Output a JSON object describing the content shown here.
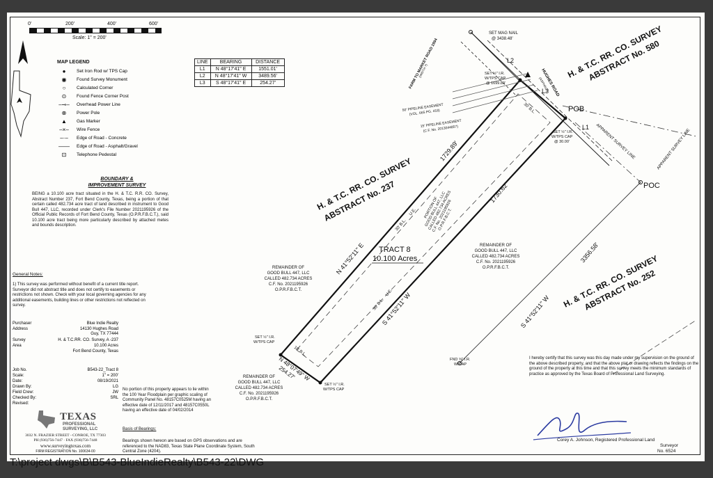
{
  "scale_bar": {
    "ticks": [
      "0'",
      "200'",
      "400'",
      "600'"
    ],
    "label": "Scale: 1\" = 200'"
  },
  "legend": {
    "title": "MAP LEGEND",
    "items": [
      {
        "icon": "set-iron-rod-icon",
        "label": "Set Iron Rod w/ TPS Cap"
      },
      {
        "icon": "found-survey-monument-icon",
        "label": "Found Survey Monument"
      },
      {
        "icon": "calculated-corner-icon",
        "label": "Calculated Corner"
      },
      {
        "icon": "found-fence-corner-post-icon",
        "label": "Found Fence Corner Post"
      },
      {
        "icon": "overhead-power-line-icon",
        "label": "Overhead Power Line"
      },
      {
        "icon": "power-pole-icon",
        "label": "Power Pole"
      },
      {
        "icon": "gas-marker-icon",
        "label": "Gas Marker"
      },
      {
        "icon": "wire-fence-icon",
        "label": "Wire Fence"
      },
      {
        "icon": "edge-of-road-concrete-icon",
        "label": "Edge of Road - Concrete"
      },
      {
        "icon": "edge-of-road-asphalt-icon",
        "label": "Edge of Road - Asphalt/Gravel"
      },
      {
        "icon": "telephone-pedestal-icon",
        "label": "Telephone Pedestal"
      }
    ]
  },
  "line_table": {
    "headers": [
      "LINE",
      "BEARING",
      "DISTANCE"
    ],
    "rows": [
      [
        "L1",
        "N 48°17'41\" E",
        "1551.01'"
      ],
      [
        "L2",
        "N 48°17'41\" W",
        "3489.56'"
      ],
      [
        "L3",
        "S 48°17'41\" E",
        "254.27'"
      ]
    ]
  },
  "boundary": {
    "title": "BOUNDARY & IMPROVEMENT SURVEY",
    "body": "BEING a 10.100 acre tract situated in the H. & T.C. R.R. CO. Survey, Abstract Number 237, Fort Bend County, Texas, being a portion of that certain called 482.734 acre tract of land described in instrument to Good Bull 447, LLC, recorded under Clerk's File Number 2021195926 of the Official Public Records of Fort Bend County, Texas (O.P.R.F.B.C.T.), said 10.100 acre tract being more particularly described by attached metes and bounds description."
  },
  "general_notes": {
    "title": "General Notes:",
    "body": "1) This survey was performed without benefit of a current title report. Surveyor did not abstract title and does not certify to easements or restrictions not shown. Check with your local governing agencies for any additional easements, building lines or other restrictions not reflected on survey."
  },
  "info": [
    {
      "k": "Purchaser",
      "v": "Blue Indie Realty"
    },
    {
      "k": "Address",
      "v": "14130 Hughes Road"
    },
    {
      "k": "",
      "v": "Guy, TX 77444"
    },
    {
      "k": "Survey",
      "v": "H. & T.C.RR. CO. Survey, A -237"
    },
    {
      "k": "Area",
      "v": "10.100 Acres"
    },
    {
      "k": "",
      "v": "Fort Bend County, Texas"
    }
  ],
  "job": [
    {
      "k": "Job No.",
      "v": "B543-22_Tract 8"
    },
    {
      "k": "Scale:",
      "v": "1\" = 200'"
    },
    {
      "k": "Date:",
      "v": "08/19/2021"
    },
    {
      "k": "Drawn By:",
      "v": "LG"
    },
    {
      "k": "Field Crew:",
      "v": "JW"
    },
    {
      "k": "Checked By:",
      "v": "SRL"
    },
    {
      "k": "Revised:",
      "v": ""
    }
  ],
  "floodplain": "No portion of this property appears to lie within the 100 Year Floodplain per graphic scaling of Community Panel No. 48157C0525M having an effective date of 12/11/2017 and 48157C0550L having an effective date of 04/02/2014",
  "bearings": {
    "title": "Basis of Bearings:",
    "body": "Bearings shown hereon are based on GPS observations and are referenced to the NAD83, Texas State Plane Coordinate System, South Central Zone (4204)."
  },
  "company": {
    "name": "TEXAS",
    "sub1": "PROFESSIONAL",
    "sub2": "SURVEYING, LLC",
    "address": "3032 N. FRAZIER STREET - CONROE, TX 77303",
    "phone": "PH (936)756-7447 · FAX (936)756-7448",
    "web": "www.surveyingtexas.com",
    "reg": "FIRM REGISTRATION No. 100634-00"
  },
  "certification": "I hereby certify that this survey was this day made under my supervision on the ground of the above described property, and that the above plat or drawing reflects the findings on the ground of the property at this time and that this survey meets the minimum standards of practice as approved by the Texas Board of Professional Land Surveying.",
  "surveyor": {
    "name": "Corey A. Johnson, Registered Professional Land",
    "title": "Surveyor",
    "no": "No. 6524"
  },
  "map": {
    "survey237_a": "H. & T.C. RR. CO. SURVEY",
    "survey237_b": "ABSTRACT No. 237",
    "survey580_a": "H. & T.C. RR. CO. SURVEY",
    "survey580_b": "ABSTRACT No. 580",
    "survey252_a": "H. & T.C. RR. CO. SURVEY",
    "survey252_b": "ABSTRACT No. 252",
    "tract_name": "TRACT 8",
    "tract_area": "10.100 Acres",
    "pob": "POB",
    "poc": "POC",
    "l1": "L1",
    "l2": "L2",
    "l3": "L3",
    "fm_road": "FARM TO MARKET ROAD 1994",
    "fm_road_sub": "(WIDTH ?)",
    "hughes_road": "HUGHES ROAD",
    "hughes_sub": "(ASPHALT)",
    "mag_nail_1": "SET MAG NAIL",
    "mag_nail_2": "@ 3438.48'",
    "ir_north_1": "SET ½\" I.R.",
    "ir_north_2": "W/TPS CAP",
    "ir_north_3": "@ 1699.89'",
    "ir_pob_1": "SET ½\" I.R.",
    "ir_pob_2": "W/TPS CAP",
    "ir_pob_3": "@ 30.00'",
    "pipe50_1": "50' PIPELINE EASEMENT",
    "pipe50_2": "(VOL. 665 PG. 418)",
    "pipe15_1": "15' PIPELINE EASEMENT",
    "pipe15_2": "(C.F. No. 2013044857)",
    "apparent1": "APPARENT SURVEY LINE",
    "apparent2": "APPARENT SURVEY LINE",
    "dist_ne": "1729.89'",
    "bearing_ne": "N 41°52'11\" E",
    "dist_se": "1730.62'",
    "bearing_se": "S 41°52'11\" W",
    "dist_sw_1": "N 48°07'49\" W",
    "dist_sw_2": "254.27'",
    "dist_3356": "3356.58'",
    "bearing_3356": "S 41°52'11\" W",
    "bl1": "30' B.L.",
    "ue1": "U.E.",
    "bl2": "30' B.L.",
    "bl3": "30' B.L.",
    "ue3": "U.E.",
    "bl4": "10' B.L.",
    "portion_1": "PORTION OF",
    "portion_2": "GOOD BULL 447, LLC",
    "portion_3": "CALLED 482.734 ACRES",
    "portion_4": "C.F. No. 2021195926",
    "portion_5": "O.P.R.F.B.C.T.",
    "rem_w_1": "REMAINDER OF",
    "rem_w_2": "GOOD BULL 447, LLC",
    "rem_w_3": "CALLED 482.734 ACRES",
    "rem_w_4": "C.F. No. 2021195926",
    "rem_w_5": "O.P.R.F.B.C.T.",
    "rem_e_1": "REMAINDER OF",
    "rem_e_2": "GOOD BULL 447, LLC",
    "rem_e_3": "CALLED 482.734 ACRES",
    "rem_e_4": "C.F. No. 2021195926",
    "rem_e_5": "O.P.R.F.B.C.T.",
    "rem_s_1": "REMAINDER OF",
    "rem_s_2": "GOOD BULL 447, LLC",
    "rem_s_3": "CALLED 482.734 ACRES",
    "rem_s_4": "C.F. No. 2021195926",
    "rem_s_5": "O.P.R.F.B.C.T.",
    "ir_w_1": "SET ½\" I.R.",
    "ir_w_2": "W/TPS CAP",
    "ir_s_1": "SET ½\" I.R.",
    "ir_s_2": "W/TPS CAP",
    "fnd_1": "FND ⅝\" I.R.",
    "fnd_2": "W/CAP"
  },
  "file_path": "T:\\project dwgs\\B\\B543-BlueIndieRealty\\B543-22\\DWG"
}
